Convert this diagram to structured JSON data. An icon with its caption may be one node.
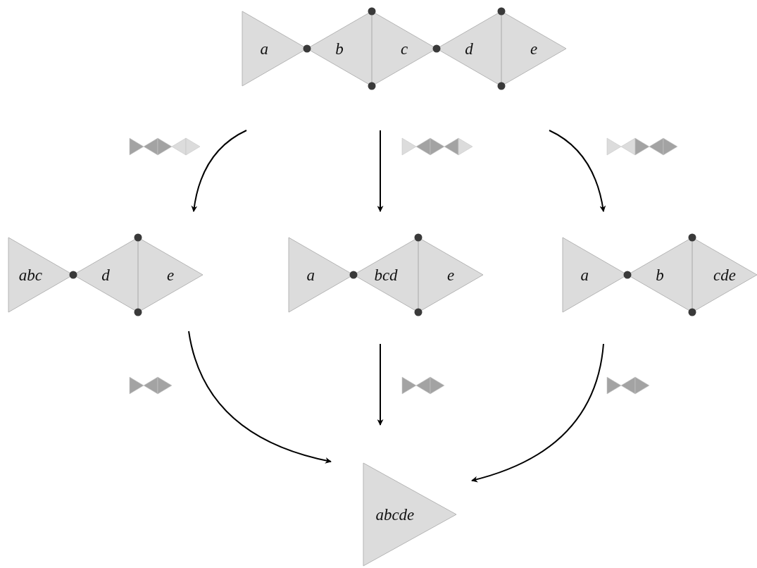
{
  "diagram": {
    "nodes": [
      {
        "text": [
          "a",
          "b",
          "c",
          "d",
          "e"
        ]
      },
      {
        "text": [
          "abc",
          "d",
          "e"
        ]
      },
      {
        "text": [
          "a",
          "bcd",
          "e"
        ]
      },
      {
        "text": [
          "a",
          "b",
          "cde"
        ]
      },
      {
        "text": [
          "abcde"
        ]
      }
    ],
    "edges": [
      {
        "from": 0,
        "to": 1,
        "arrow": "to"
      },
      {
        "from": 0,
        "to": 2,
        "arrow": "to"
      },
      {
        "from": 0,
        "to": 3,
        "arrow": "to"
      },
      {
        "from": 1,
        "to": 4,
        "arrow": "to"
      },
      {
        "from": 2,
        "to": 4,
        "arrow": "to"
      },
      {
        "from": 3,
        "to": 4,
        "arrow": "to"
      }
    ]
  }
}
